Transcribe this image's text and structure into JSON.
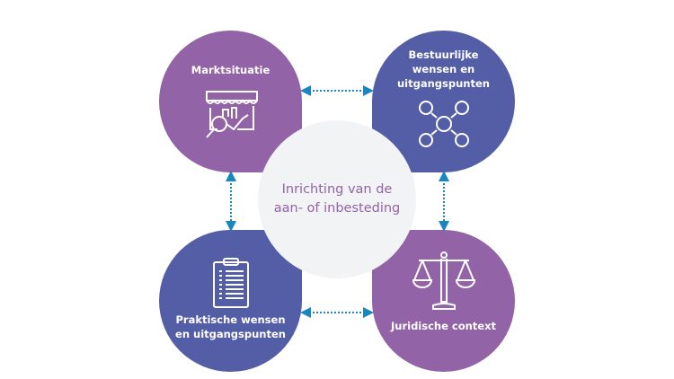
{
  "center": {
    "line1": "Inrichting van de",
    "line2": "aan- of inbesteding"
  },
  "nodes": {
    "top_left": {
      "label": "Marktsituatie",
      "icon": "market-stall-analysis-icon"
    },
    "top_right": {
      "line1": "Bestuurlijke",
      "line2": "wensen en",
      "line3": "uitgangspunten",
      "icon": "people-network-icon"
    },
    "bottom_left": {
      "line1": "Praktische wensen",
      "line2": "en uitgangspunten",
      "icon": "clipboard-checklist-icon"
    },
    "bottom_right": {
      "label": "Juridische context",
      "icon": "scales-of-justice-icon"
    }
  },
  "colors": {
    "purple": "#9263a6",
    "indigo": "#545ea6",
    "center": "#f2f3f5",
    "arrow": "#1a86c0"
  }
}
